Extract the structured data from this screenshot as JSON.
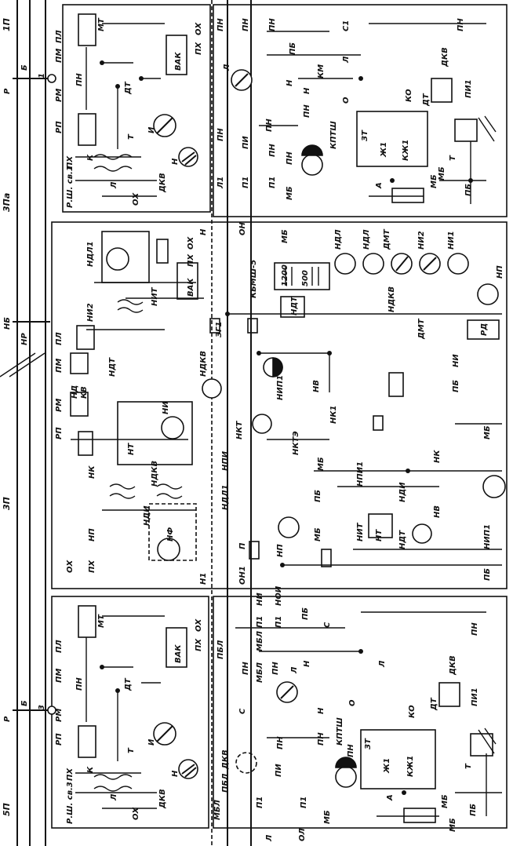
{
  "sections": {
    "left_bus": [
      "1П",
      "Р",
      "Б",
      "3Па",
      "НР",
      "НБ",
      "3П",
      "Р",
      "Б",
      "5П"
    ],
    "top_panel": {
      "title": "Р.Ш. св.1",
      "labels": [
        "ПХ",
        "К",
        "Л",
        "ОХ",
        "ДКВ",
        "РП",
        "РМ",
        "ПМ",
        "ПЛ",
        "МТ",
        "ВАК",
        "ПХ",
        "ОХ",
        "ПН",
        "ДТ",
        "И",
        "Т",
        "Н",
        "1"
      ]
    },
    "middle_panel": {
      "labels": [
        "ОХ",
        "ПХ",
        "НП",
        "НК",
        "НДКВ",
        "НДИ",
        "НФ",
        "РП",
        "РМ",
        "ПМ",
        "ПЛ",
        "НД",
        "КВ",
        "НДТ",
        "НИ2",
        "НДЛ1",
        "НИТ",
        "ВАК",
        "ПХ",
        "ОХ",
        "НТ",
        "НИ",
        "Н1",
        "ОН1",
        "П",
        "НП",
        "МБ",
        "ПБ",
        "НДЛ1",
        "НПИ",
        "НКТ",
        "НКТЭ",
        "НИП1",
        "МБ",
        "НВ",
        "НК1",
        "НДКВ",
        "ЗГ1",
        "КБМШ-5",
        "1200",
        "500",
        "МБ",
        "НДТ",
        "НДЛ",
        "НДЛ",
        "НДКВ",
        "ДМТ",
        "ДМТ",
        "НИ2",
        "НИ1",
        "НП",
        "РД",
        "ПБ",
        "НИ",
        "НИТ",
        "НПИ1",
        "НДИ",
        "НДТ",
        "НВ",
        "НК",
        "МБ",
        "НИП1",
        "ПБ",
        "НТ",
        "Н",
        "ОН"
      ]
    },
    "bottom_panel": {
      "title": "Р.Ш. св.3",
      "labels": [
        "ПХ",
        "К",
        "Л",
        "ОХ",
        "ДКВ",
        "РП",
        "РМ",
        "ПМ",
        "ПЛ",
        "МТ",
        "ВАК",
        "ПХ",
        "ОХ",
        "ПН",
        "ДТ",
        "И",
        "Т",
        "Н",
        "3"
      ]
    },
    "top_right_panel": {
      "labels": [
        "ПН",
        "ПН",
        "ПН",
        "Л",
        "ПН",
        "ПН",
        "ПИ",
        "ПН",
        "Л1",
        "П1",
        "П1",
        "МБ",
        "ПН",
        "КПТШ",
        "Н",
        "ПН",
        "Н",
        "КМ",
        "ПБ",
        "С1",
        "Л",
        "О",
        "ЗТ",
        "Ж1",
        "КЖ1",
        "КО",
        "А",
        "МБ",
        "ДКВ",
        "ДТ",
        "ПИ1",
        "ПН",
        "Т",
        "МБ",
        "ПБ"
      ]
    },
    "bottom_right_panel": {
      "labels": [
        "П1",
        "НИ",
        "МБЛ",
        "П1",
        "НОИ",
        "ПБ",
        "С",
        "ПБЛ",
        "ПН",
        "МБЛ",
        "Н",
        "ПН",
        "Л",
        "С",
        "ДКВ",
        "ПБЛ",
        "МБЛ",
        "ПН",
        "Н",
        "ПН",
        "П1",
        "ПИ",
        "П1",
        "Л",
        "МБ",
        "ПН",
        "КПТШ",
        "О",
        "Л",
        "КО",
        "ЗТ",
        "Ж1",
        "КЖ1",
        "А",
        "МБ",
        "ДТ",
        "ДКВ",
        "ПИ1",
        "ПН",
        "Т",
        "МБ",
        "ПБ",
        "ОЛ"
      ]
    }
  }
}
